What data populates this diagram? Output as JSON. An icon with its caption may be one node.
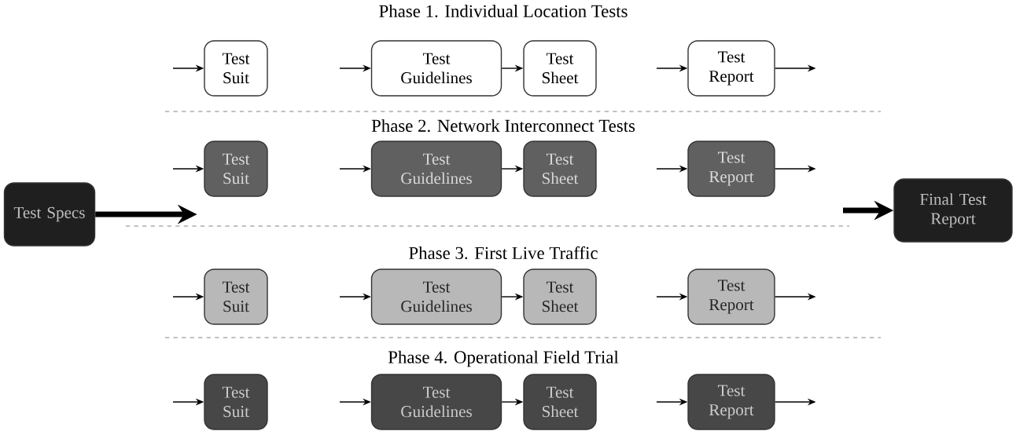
{
  "diagram": {
    "nodes": [
      {
        "text": [
          "Test Specs"
        ]
      },
      {
        "text": [
          "Test Suit"
        ]
      },
      {
        "text": [
          "Test Guidelines"
        ]
      },
      {
        "text": [
          "Test Sheet"
        ]
      },
      {
        "text": [
          "Test Report"
        ]
      },
      {
        "text": [
          "Test Suit"
        ]
      },
      {
        "text": [
          "Test Guidelines"
        ]
      },
      {
        "text": [
          "Test Sheet"
        ]
      },
      {
        "text": [
          "Test Report"
        ]
      },
      {
        "text": [
          "Test Suit"
        ]
      },
      {
        "text": [
          "Test Guidelines"
        ]
      },
      {
        "text": [
          "Test Sheet"
        ]
      },
      {
        "text": [
          "Test Report"
        ]
      },
      {
        "text": [
          "Test Suit"
        ]
      },
      {
        "text": [
          "Test Guidelines"
        ]
      },
      {
        "text": [
          "Test Sheet"
        ]
      },
      {
        "text": [
          "Test Report"
        ]
      },
      {
        "text": [
          "Final Test Report"
        ]
      }
    ],
    "edges": [
      {
        "from": null,
        "to": 1,
        "arrow": "to"
      },
      {
        "from": null,
        "to": 2,
        "arrow": "to"
      },
      {
        "from": 2,
        "to": 3,
        "arrow": "to"
      },
      {
        "from": null,
        "to": 4,
        "arrow": "to"
      },
      {
        "from": 4,
        "to": null,
        "arrow": "to"
      },
      {
        "from": null,
        "to": 5,
        "arrow": "to"
      },
      {
        "from": null,
        "to": 6,
        "arrow": "to"
      },
      {
        "from": 6,
        "to": 7,
        "arrow": "to"
      },
      {
        "from": null,
        "to": 8,
        "arrow": "to"
      },
      {
        "from": 8,
        "to": null,
        "arrow": "to"
      },
      {
        "from": null,
        "to": 9,
        "arrow": "to"
      },
      {
        "from": null,
        "to": 10,
        "arrow": "to"
      },
      {
        "from": 10,
        "to": 11,
        "arrow": "to"
      },
      {
        "from": null,
        "to": 12,
        "arrow": "to"
      },
      {
        "from": 12,
        "to": null,
        "arrow": "to"
      },
      {
        "from": null,
        "to": 13,
        "arrow": "to"
      },
      {
        "from": null,
        "to": 14,
        "arrow": "to"
      },
      {
        "from": 14,
        "to": 15,
        "arrow": "to"
      },
      {
        "from": null,
        "to": 16,
        "arrow": "to"
      },
      {
        "from": 16,
        "to": null,
        "arrow": "to"
      },
      {
        "from": 0,
        "to": null,
        "arrow": "to",
        "style": "thick"
      },
      {
        "from": null,
        "to": 17,
        "arrow": "to",
        "style": "thick"
      }
    ],
    "labels": [
      "Phase 1. Individual Location Tests",
      "Phase 2. Network Interconnect Tests",
      "Phase 3. First Live Traffic",
      "Phase 4. Operational Field Trial"
    ]
  }
}
